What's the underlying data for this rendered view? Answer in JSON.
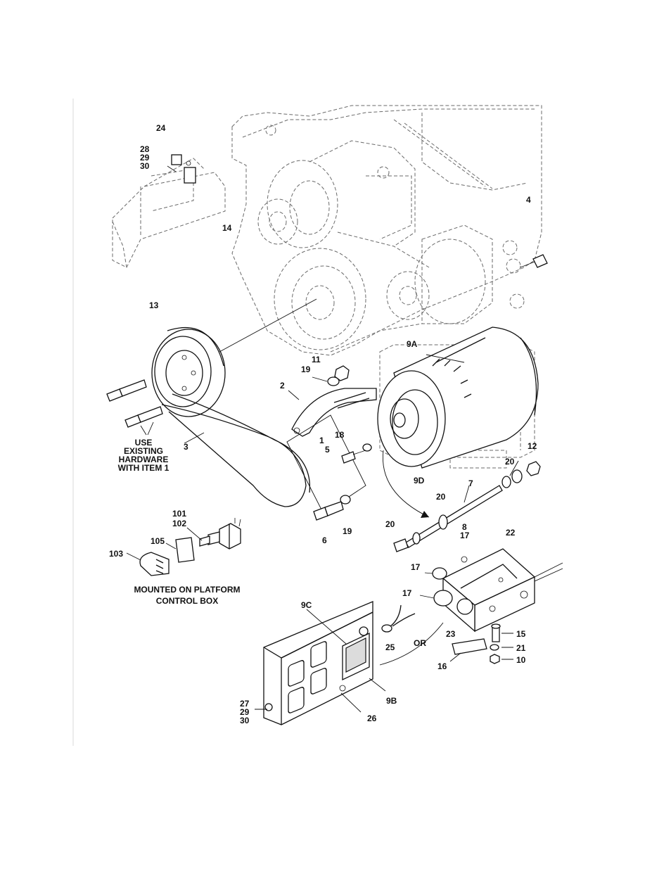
{
  "labels": {
    "l24": "24",
    "l28": "28",
    "l29a": "29",
    "l30a": "30",
    "l14": "14",
    "l4": "4",
    "l13": "13",
    "l9A": "9A",
    "l11": "11",
    "l19a": "19",
    "l2": "2",
    "l18": "18",
    "l1": "1",
    "l5": "5",
    "l3": "3",
    "l12": "12",
    "l20a": "20",
    "l7": "7",
    "l9D": "9D",
    "l20b": "20",
    "l20c": "20",
    "l6": "6",
    "l19b": "19",
    "l8": "8",
    "l17a": "17",
    "l22": "22",
    "l101": "101",
    "l102": "102",
    "l105": "105",
    "l103": "103",
    "l17b": "17",
    "l17c": "17",
    "l9C": "9C",
    "l23": "23",
    "l15": "15",
    "l25": "25",
    "l21": "21",
    "l10": "10",
    "l16": "16",
    "l27": "27",
    "l29b": "29",
    "l30b": "30",
    "l26": "26",
    "l9B": "9B"
  },
  "notes": {
    "use_existing_line1": "USE",
    "use_existing_line2": "EXISTING",
    "use_existing_line3": "HARDWARE",
    "use_existing_line4": "WITH ITEM 1",
    "mounted_line1": "MOUNTED ON PLATFORM",
    "mounted_line2": "CONTROL BOX",
    "or_label": "OR"
  }
}
